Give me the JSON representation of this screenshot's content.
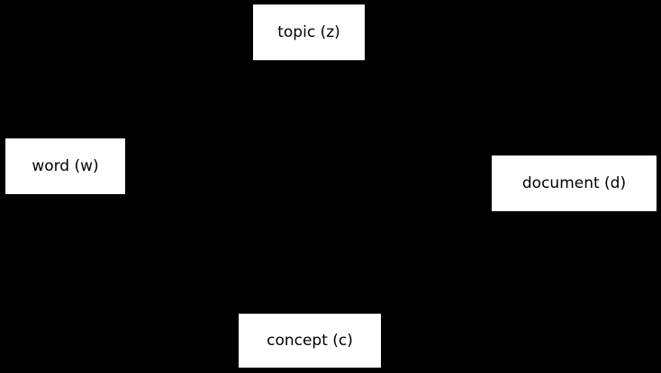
{
  "diagram": {
    "background_color": "#000000",
    "node_fill_color": "#ffffff",
    "node_text_color": "#000000",
    "nodes": [
      {
        "id": "topic",
        "label": "topic (z)"
      },
      {
        "id": "word",
        "label": "word (w)"
      },
      {
        "id": "document",
        "label": "document (d)"
      },
      {
        "id": "concept",
        "label": "concept (c)"
      }
    ]
  }
}
